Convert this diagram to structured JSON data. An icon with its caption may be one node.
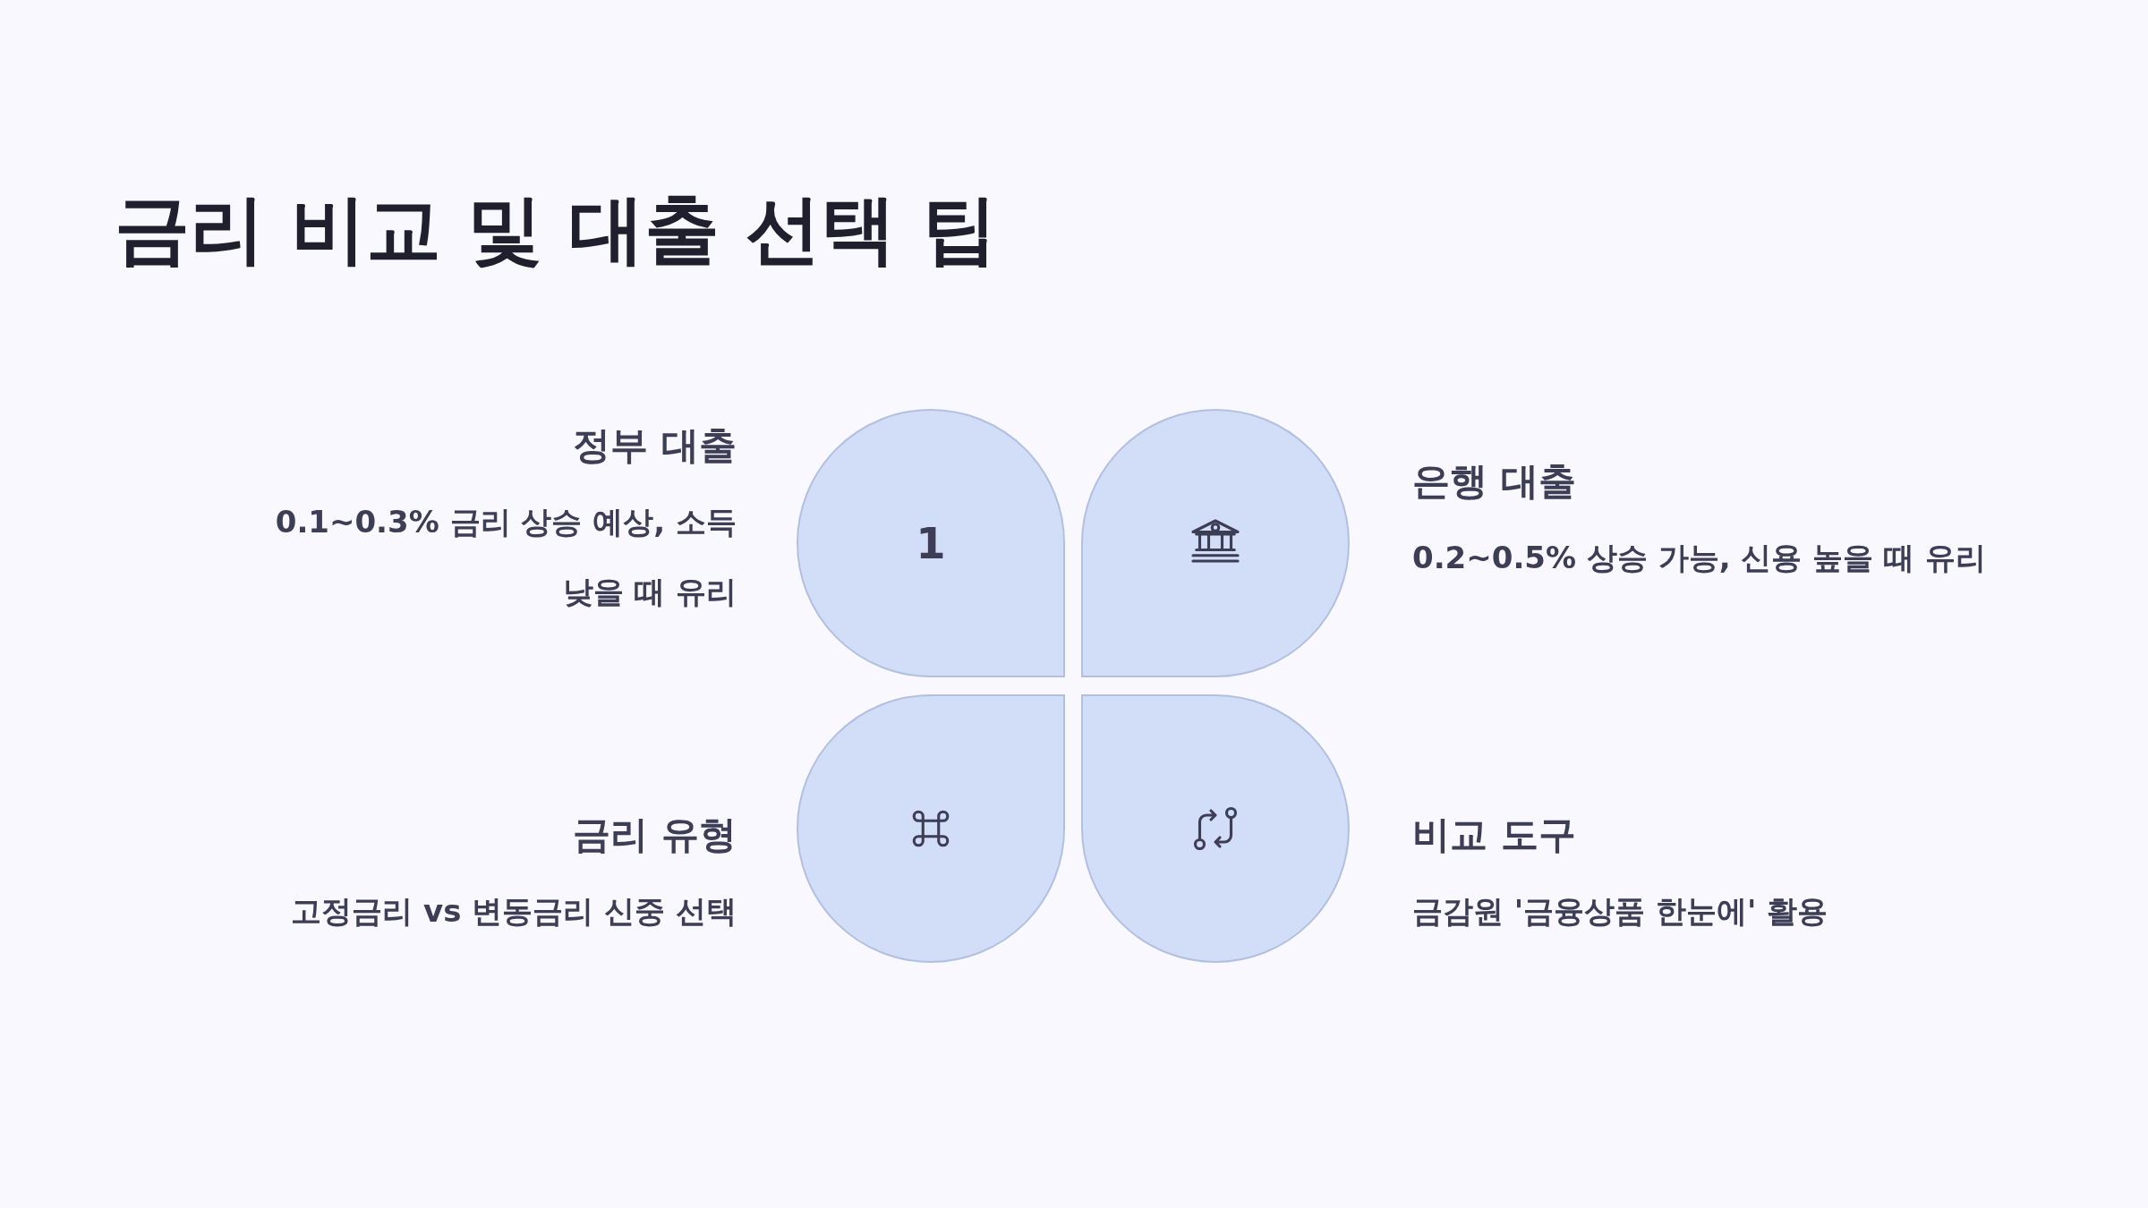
{
  "diagram": {
    "title": "금리 비교 및 대출 선택 팁",
    "nodes": [
      {
        "text": [
          "1"
        ],
        "beside": [
          "정부 대출",
          "0.1~0.3% 금리 상승 예상, 소득 낮을 때 유리"
        ]
      },
      {
        "text": [],
        "shape": "petal",
        "beside": [
          "은행 대출",
          "0.2~0.5% 상승 가능, 신용 높을 때 유리"
        ]
      },
      {
        "text": [],
        "shape": "petal",
        "beside": [
          "금리 유형",
          "고정금리 vs 변동금리 신중 선택"
        ]
      },
      {
        "text": [],
        "shape": "petal",
        "beside": [
          "비교 도구",
          "금감원 '금융상품 한눈에' 활용"
        ]
      }
    ]
  }
}
